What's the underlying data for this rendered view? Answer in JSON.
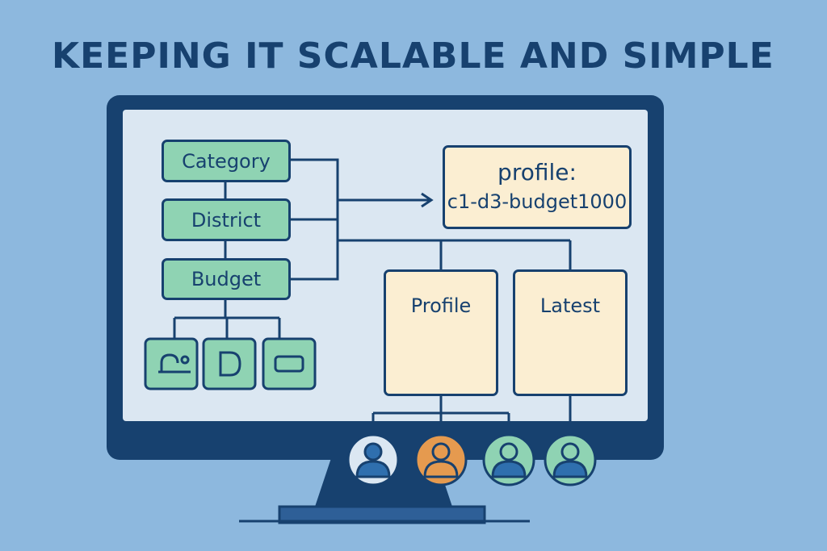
{
  "title": "KEEPING IT SCALABLE AND SIMPLE",
  "hierarchy": {
    "category": "Category",
    "district": "District",
    "budget": "Budget"
  },
  "profile_key": {
    "line1": "profile:",
    "line2": "c1-d3-budget1000"
  },
  "cards": {
    "profile": "Profile",
    "latest": "Latest"
  },
  "icons": {
    "tiles": [
      "user-mini-icon",
      "d-letter-icon",
      "rounded-rect-icon"
    ],
    "profile_card": "green-circle-icon",
    "latest_card": "user-circle-icon",
    "users": [
      "user-avatar-icon",
      "user-avatar-icon",
      "user-avatar-icon",
      "user-avatar-icon"
    ]
  },
  "colors": {
    "background": "#8db8de",
    "navy": "#17416f",
    "screen": "#dbe7f2",
    "green": "#8fd3b3",
    "cream": "#fbeed2",
    "orange": "#e59a4f",
    "avatar_blue": "#2f6fae"
  }
}
